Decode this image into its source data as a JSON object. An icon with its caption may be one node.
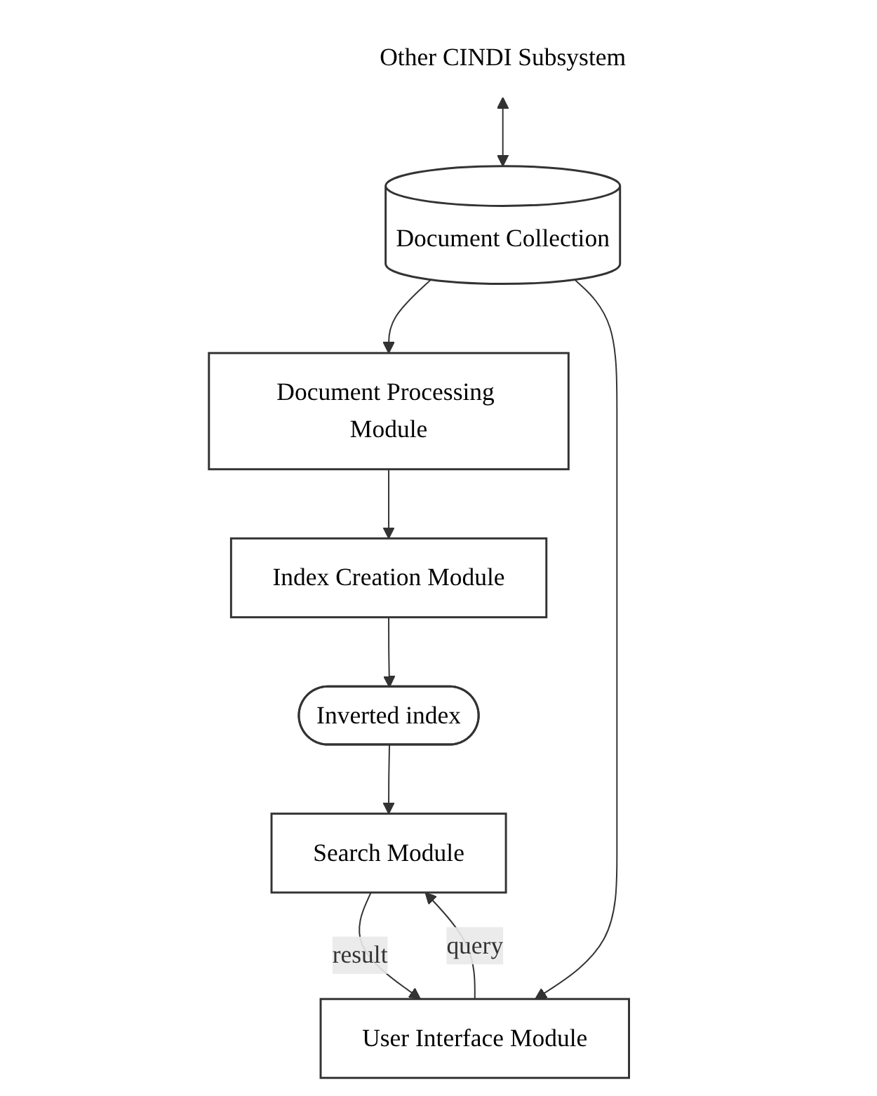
{
  "diagram": {
    "nodes": [
      {
        "text": [
          "Other CINDI Subsystem"
        ]
      },
      {
        "text": [
          "Document Collection"
        ]
      },
      {
        "text": [
          "Document Processing Module"
        ]
      },
      {
        "text": [
          "Index Creation Module"
        ]
      },
      {
        "text": [
          "Inverted index"
        ]
      },
      {
        "text": [
          "Search Module"
        ]
      },
      {
        "text": [
          "User Interface Module"
        ]
      }
    ],
    "edges": [
      {
        "from": 0,
        "to": 1,
        "arrow": "both"
      },
      {
        "from": 1,
        "to": 2,
        "arrow": "to"
      },
      {
        "from": 2,
        "to": 3,
        "arrow": "to"
      },
      {
        "from": 3,
        "to": 4,
        "arrow": "to"
      },
      {
        "from": 4,
        "to": 5,
        "arrow": "to"
      },
      {
        "from": 5,
        "to": 6,
        "arrow": "to",
        "label": "result"
      },
      {
        "from": 6,
        "to": 5,
        "arrow": "to",
        "label": "query"
      },
      {
        "from": 1,
        "to": 6,
        "arrow": "to"
      }
    ]
  }
}
